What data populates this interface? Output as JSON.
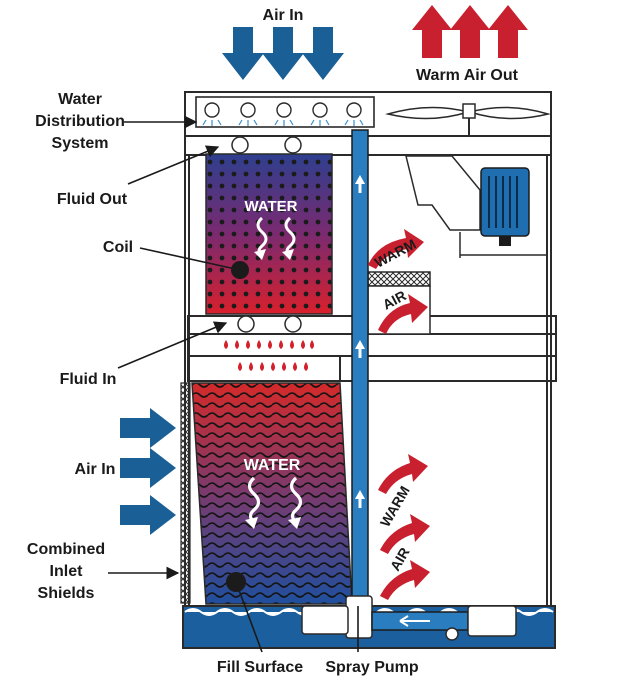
{
  "labels": {
    "air_in_top": "Air In",
    "warm_air_out": "Warm Air Out",
    "water_distribution_1": "Water",
    "water_distribution_2": "Distribution",
    "water_distribution_3": "System",
    "fluid_out": "Fluid Out",
    "coil": "Coil",
    "fluid_in": "Fluid In",
    "air_in_side": "Air In",
    "combined_1": "Combined",
    "combined_2": "Inlet",
    "combined_3": "Shields",
    "fill_surface": "Fill Surface",
    "spray_pump": "Spray Pump",
    "coil_water": "WATER",
    "fill_water": "WATER",
    "warm_upper": "WARM",
    "air_upper": "AIR",
    "warm_lower": "WARM",
    "air_lower": "AIR"
  },
  "colors": {
    "air_in_arrow": "#1a5f96",
    "warm_air_arrow": "#c8202e",
    "pipe": "#2a7dbf",
    "basin_water": "#1c5f9e",
    "outline": "#2a2a2a",
    "motor": "#1f6fb0"
  },
  "icons": {
    "top_fan": "fan-icon",
    "motor": "motor-icon",
    "spray_nozzle": "spray-nozzle-icon"
  }
}
